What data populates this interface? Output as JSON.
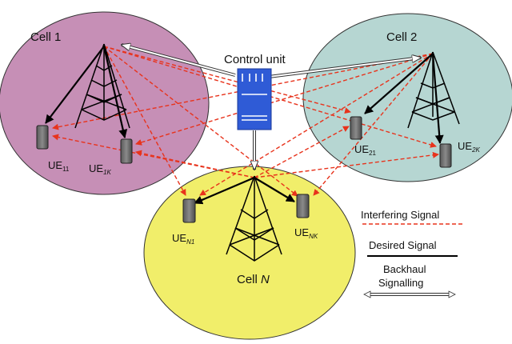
{
  "colors": {
    "cell1": "#c68fb6",
    "cell2": "#b6d6d2",
    "cellN": "#f1ee6a",
    "interfering": "#e8331c",
    "desired": "#000000",
    "control_unit": "#2f5bd6"
  },
  "cells": {
    "cell1": {
      "label": "Cell 1"
    },
    "cell2": {
      "label": "Cell 2"
    },
    "cellN": {
      "label_prefix": "Cell ",
      "label_var": "N"
    }
  },
  "control_unit": {
    "label": "Control unit"
  },
  "users": {
    "ue11": {
      "base": "UE",
      "sub": "11"
    },
    "ue1k": {
      "base": "UE",
      "sub": "1K"
    },
    "ue21": {
      "base": "UE",
      "sub": "21"
    },
    "ue2k": {
      "base": "UE",
      "sub": "2K"
    },
    "uen1": {
      "base": "UE",
      "sub": "N1"
    },
    "uenk": {
      "base": "UE",
      "sub": "NK"
    }
  },
  "legend": {
    "interfering": "Interfering Signal",
    "desired": "Desired Signal",
    "backhaul_line1": "Backhaul",
    "backhaul_line2": "Signalling"
  }
}
